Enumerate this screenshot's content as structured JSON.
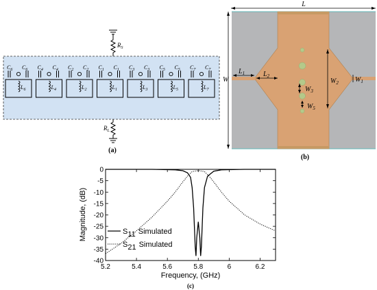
{
  "panel_a": {
    "caption": "(a)",
    "source_resistor": "R",
    "source_sub": "S",
    "load_resistor": "R",
    "load_sub": "L",
    "resonators": [
      {
        "cap": "C",
        "cap_sub": "6",
        "ind": "L",
        "ind_sub": "6"
      },
      {
        "cap": "C",
        "cap_sub": "4",
        "ind": "L",
        "ind_sub": "4"
      },
      {
        "cap": "C",
        "cap_sub": "2",
        "ind": "L",
        "ind_sub": "2"
      },
      {
        "cap": "C",
        "cap_sub": "1",
        "ind": "L",
        "ind_sub": "1"
      },
      {
        "cap": "C",
        "cap_sub": "3",
        "ind": "L",
        "ind_sub": "3"
      },
      {
        "cap": "C",
        "cap_sub": "5",
        "ind": "L",
        "ind_sub": "5"
      },
      {
        "cap": "C",
        "cap_sub": "7",
        "ind": "L",
        "ind_sub": "7"
      }
    ]
  },
  "panel_b": {
    "caption": "(b)",
    "labels": {
      "L": "L",
      "W": "W",
      "L1": "L",
      "L1_sub": "1",
      "L2": "L",
      "L2_sub": "2",
      "W1": "W",
      "W1_sub": "1",
      "W2": "W",
      "W2_sub": "2",
      "W3": "W",
      "W3_sub": "3",
      "W5": "W",
      "W5_sub": "5"
    },
    "colors": {
      "substrate": "#b5b6b8",
      "copper": "#d9a273",
      "via": "#b4c98a",
      "dimension": "#000000"
    }
  },
  "panel_c": {
    "caption": "(c)",
    "chart_data": {
      "type": "line",
      "xlabel": "Frequency, (GHz)",
      "ylabel": "Magnitude, (dB)",
      "xlim": [
        5.2,
        6.3
      ],
      "ylim": [
        -40,
        0
      ],
      "xticks": [
        "5.2",
        "5.4",
        "5.6",
        "5.8",
        "6",
        "6.2"
      ],
      "yticks": [
        "0",
        "-5",
        "-10",
        "-15",
        "-20",
        "-25",
        "-30",
        "-35",
        "-40"
      ],
      "legend_placement": "bottom-left",
      "series": [
        {
          "name": "S11 Simulated",
          "legend_main": "S",
          "legend_sub": "11",
          "legend_tail": "Simulated",
          "style": "solid",
          "x": [
            5.2,
            5.5,
            5.65,
            5.7,
            5.73,
            5.75,
            5.76,
            5.77,
            5.78,
            5.785,
            5.79,
            5.8,
            5.81,
            5.815,
            5.82,
            5.83,
            5.84,
            5.86,
            5.9,
            5.95,
            6.1,
            6.3
          ],
          "y": [
            0,
            0,
            -0.2,
            -0.6,
            -1.5,
            -3.5,
            -8,
            -17,
            -34,
            -38,
            -30,
            -23,
            -30,
            -38,
            -34,
            -17,
            -8,
            -3,
            -0.8,
            -0.2,
            0,
            0
          ]
        },
        {
          "name": "S21 Simulated",
          "legend_main": "S",
          "legend_sub": "21",
          "legend_tail": "Simulated",
          "style": "dotted",
          "x": [
            5.2,
            5.3,
            5.4,
            5.5,
            5.6,
            5.65,
            5.7,
            5.73,
            5.76,
            5.8,
            5.84,
            5.87,
            5.9,
            5.95,
            6.0,
            6.1,
            6.2,
            6.3
          ],
          "y": [
            -37,
            -32.5,
            -27,
            -21,
            -14,
            -10,
            -5.5,
            -3,
            -1,
            -0.5,
            -1,
            -3,
            -5.5,
            -10,
            -14,
            -20,
            -24,
            -27
          ]
        }
      ]
    }
  }
}
